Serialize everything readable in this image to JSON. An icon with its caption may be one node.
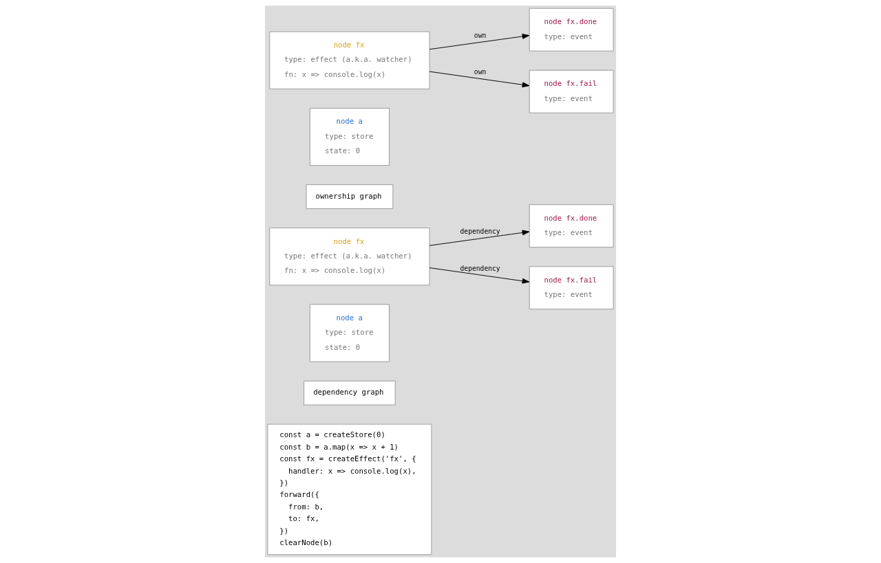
{
  "diagram": {
    "nodes": [
      {
        "text": [
          "const a = createStore(0)",
          "const b = a.map(x => x + 1)",
          "const fx = createEffect('fx', {",
          "  handler: x => console.log(x),",
          "})",
          "forward({",
          "  from: b,",
          "  to: fx,",
          "})",
          "clearNode(b)"
        ]
      },
      {
        "text": [
          "dependency graph"
        ]
      },
      {
        "text": [
          "node a",
          "type: store",
          "state: 0"
        ]
      },
      {
        "text": [
          "node fx",
          "type: effect (a.k.a. watcher)",
          "fn: x => console.log(x)"
        ]
      },
      {
        "text": [
          "node fx.done",
          "type: event"
        ]
      },
      {
        "text": [
          "node fx.fail",
          "type: event"
        ]
      },
      {
        "text": [
          "ownership graph"
        ]
      },
      {
        "text": [
          "node a",
          "type: store",
          "state: 0"
        ]
      },
      {
        "text": [
          "node fx",
          "type: effect (a.k.a. watcher)",
          "fn: x => console.log(x)"
        ]
      },
      {
        "text": [
          "node fx.done",
          "type: event"
        ]
      },
      {
        "text": [
          "node fx.fail",
          "type: event"
        ]
      }
    ],
    "edges": [
      {
        "from": 3,
        "to": 4,
        "arrow": "to",
        "label": "dependency"
      },
      {
        "from": 3,
        "to": 5,
        "arrow": "to",
        "label": "dependency"
      },
      {
        "from": 8,
        "to": 10,
        "arrow": "to",
        "label": "own"
      },
      {
        "from": 8,
        "to": 9,
        "arrow": "to",
        "label": "own"
      }
    ]
  }
}
